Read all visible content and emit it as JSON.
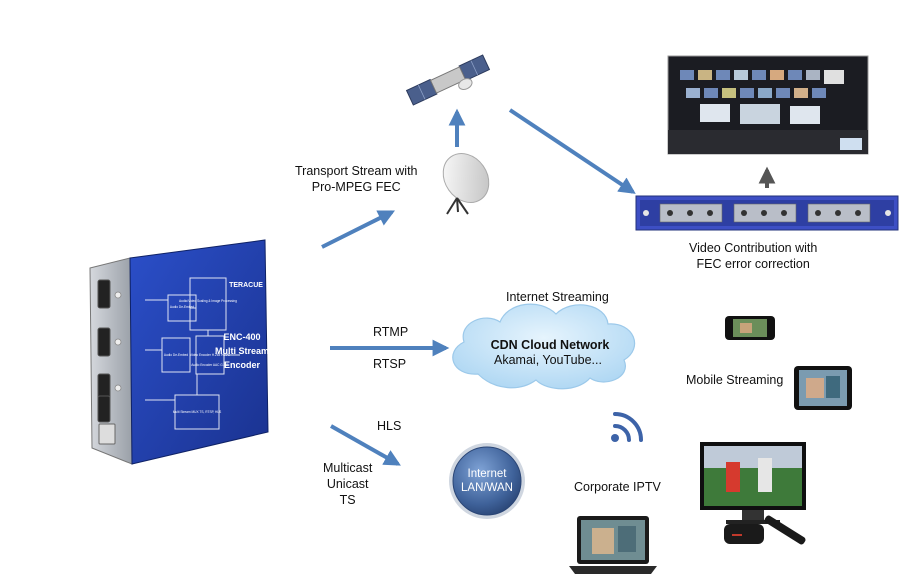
{
  "encoder": {
    "brand": "TERACUE",
    "model": "ENC-400",
    "line2": "Multi Stream",
    "line3": "Encoder",
    "blocks": {
      "audio_deembed_1": "Audio De-Embed",
      "audio_deembed_2": "Audio De-Embed",
      "processing": "Audio/Video Scaling & Image Processing",
      "video_encoder": "Video Encoder H.264 HEVC",
      "audio_encoder": "Audio Encoder AAC G.711",
      "mux": "Multi Stream MUX TS, RTSP, HLS"
    }
  },
  "labels": {
    "transport_stream": "Transport Stream with\nPro-MPEG FEC",
    "video_contribution": "Video Contribution with\nFEC error correction",
    "internet_streaming": "Internet Streaming",
    "rtmp": "RTMP",
    "rtsp": "RTSP",
    "hls": "HLS",
    "multicast": "Multicast\nUnicast\nTS",
    "mobile_streaming": "Mobile Streaming",
    "corporate_iptv": "Corporate IPTV"
  },
  "cloud": {
    "title": "CDN Cloud Network",
    "subtitle": "Akamai, YouTube..."
  },
  "internet_globe": {
    "line1": "Internet",
    "line2": "LAN/WAN"
  },
  "colors": {
    "arrow": "#4f81bd",
    "encoder_body": "#1f3fa8",
    "rack_blue": "#3d4fc4",
    "globe": "#4a6fa5",
    "cloud_fill": "#bfe0f7",
    "wifi": "#3d63a8"
  }
}
